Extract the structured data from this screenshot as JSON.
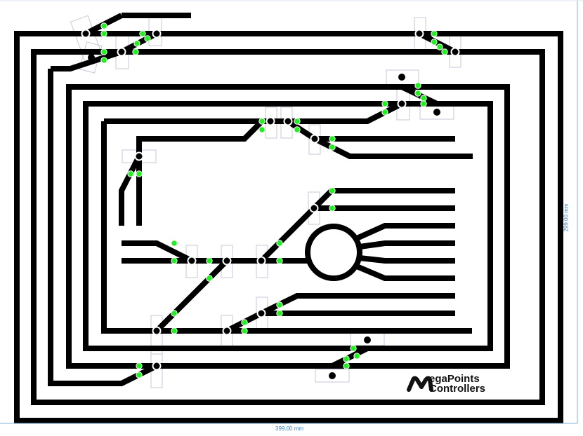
{
  "logo": {
    "line1": "egaPoints",
    "line2": "Controllers",
    "initial": "M",
    "full_name": "MegaPoints Controllers"
  },
  "dimensions": {
    "width_label": "399.00 mm",
    "height_label": "299.00 mm",
    "color": "#3b7fc0"
  },
  "colors": {
    "track": "#000000",
    "indicator_led": "#22ee22",
    "guide_box": "#c9c6d8"
  }
}
